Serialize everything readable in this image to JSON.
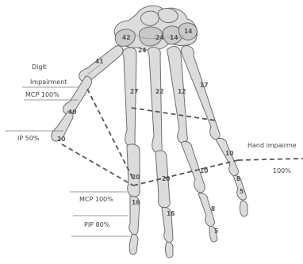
{
  "labels": {
    "digit": "Digit",
    "impairment": "Impairment",
    "mcp_thumb": "MCP 100%",
    "ip": "IP 50%",
    "hand_impairment": "Hand impairme",
    "hand_impairment_value": "100%",
    "mcp_finger": "MCP 100%",
    "pip": "PIP 80%"
  },
  "segment_values": {
    "thumb_metacarpal": "41",
    "thumb_proximal": "40",
    "thumb_distal": "20",
    "carpal_1": "42",
    "carpal_2": "24",
    "carpal_3": "14",
    "carpal_4": "14",
    "carpal_5": "24",
    "index_metacarpal": "27",
    "middle_metacarpal": "22",
    "ring_metacarpal": "12",
    "little_metacarpal": "17",
    "index_proximal": "20",
    "middle_proximal": "20",
    "ring_proximal": "10",
    "little_proximal": "10",
    "index_middle": "16",
    "middle_middle": "16",
    "ring_middle": "8",
    "little_middle": "8",
    "little_distal": "5",
    "ring_distal": "5"
  }
}
